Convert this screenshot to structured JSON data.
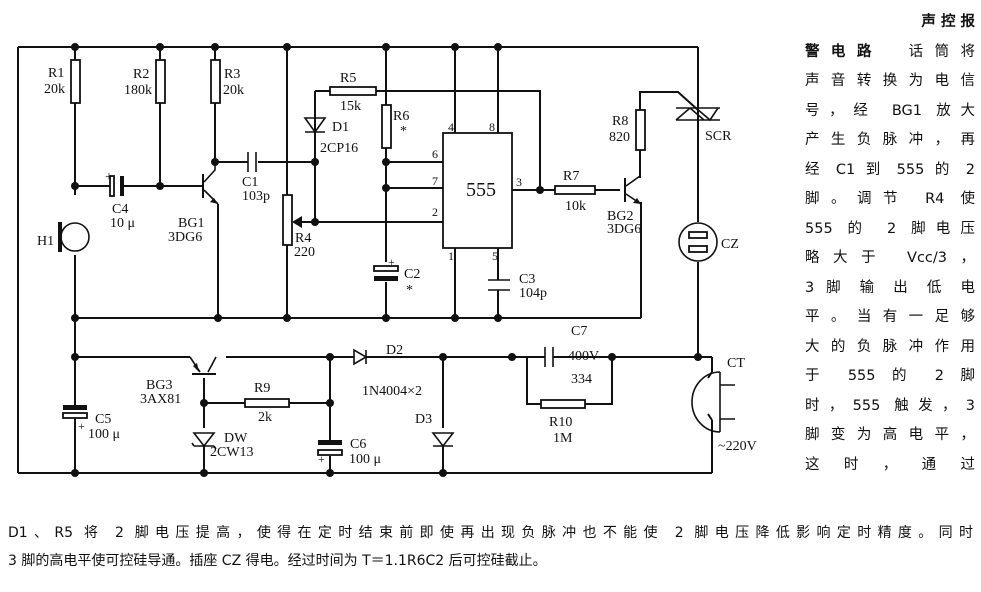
{
  "figure": {
    "title": "声控报警电路",
    "components": {
      "R1": {
        "label": "R1",
        "value": "20k"
      },
      "R2": {
        "label": "R2",
        "value": "180k"
      },
      "R3": {
        "label": "R3",
        "value": "20k"
      },
      "R4": {
        "label": "R4",
        "value": "220"
      },
      "R5": {
        "label": "R5",
        "value": "15k"
      },
      "R6": {
        "label": "R6",
        "value": "*"
      },
      "R7": {
        "label": "R7",
        "value": "10k"
      },
      "R8": {
        "label": "R8",
        "value": "820"
      },
      "R9": {
        "label": "R9",
        "value": "2k"
      },
      "R10": {
        "label": "R10",
        "value": "1M"
      },
      "C1": {
        "label": "C1",
        "value": "103p"
      },
      "C2": {
        "label": "C2",
        "value": "*"
      },
      "C3": {
        "label": "C3",
        "value": "104p"
      },
      "C4": {
        "label": "C4",
        "value": "10 μ"
      },
      "C5": {
        "label": "C5",
        "value": "100 μ"
      },
      "C6": {
        "label": "C6",
        "value": "100 μ"
      },
      "C7": {
        "label": "C7",
        "value_top": "400V",
        "value_bottom": "334"
      },
      "D1": {
        "label": "D1",
        "value": "2CP16"
      },
      "D2": {
        "label": "D2"
      },
      "D3": {
        "label": "D3"
      },
      "D23": {
        "value": "1N4004×2"
      },
      "DW": {
        "label": "DW",
        "value": "2CW13"
      },
      "BG1": {
        "label": "BG1",
        "value": "3DG6"
      },
      "BG2": {
        "label": "BG2",
        "value": "3DG6"
      },
      "BG3": {
        "label": "BG3",
        "value": "3AX81"
      },
      "H1": {
        "label": "H1"
      },
      "SCR": {
        "label": "SCR"
      },
      "CZ": {
        "label": "CZ"
      },
      "CT": {
        "label": "CT",
        "value": "~220V"
      },
      "IC": {
        "label": "555",
        "pins": [
          "4",
          "8",
          "6",
          "7",
          "2",
          "3",
          "1",
          "5"
        ]
      },
      "plus": "+",
      "star": "*"
    }
  },
  "side_text": {
    "lines": [
      {
        "bold": "声 控 报",
        "text": ""
      },
      {
        "bold": "警电路",
        "text": "　话筒将"
      },
      {
        "bold": "",
        "text": "声音转换为电信"
      },
      {
        "bold": "",
        "text": "号，经 BG1 放大"
      },
      {
        "bold": "",
        "text": "产生负脉冲，再"
      },
      {
        "bold": "",
        "text": "经 C1 到 555 的 2"
      },
      {
        "bold": "",
        "text": "脚。调节 R4 使"
      },
      {
        "bold": "",
        "text": "555 的 2 脚电压"
      },
      {
        "bold": "",
        "text": "略大于 Vcc/3，"
      },
      {
        "bold": "",
        "text": "3 脚 输 出 低 电"
      },
      {
        "bold": "",
        "text": "平。当有一足够"
      },
      {
        "bold": "",
        "text": "大的负脉冲作用"
      },
      {
        "bold": "",
        "text": "于 555 的 2 脚"
      },
      {
        "bold": "",
        "text": "时，555 触发，3"
      },
      {
        "bold": "",
        "text": "脚变为高电平，"
      },
      {
        "bold": "",
        "text": "这 时 ， 通 过"
      }
    ]
  },
  "bottom_text": {
    "lines": [
      "D1、R5 将 2 脚电压提高，使得在定时结束前即使再出现负脉冲也不能使 2 脚电压降低影响定时精度。同时",
      "3 脚的高电平使可控硅导通。插座 CZ 得电。经过时间为 T＝1.1R6C2 后可控硅截止。"
    ]
  }
}
